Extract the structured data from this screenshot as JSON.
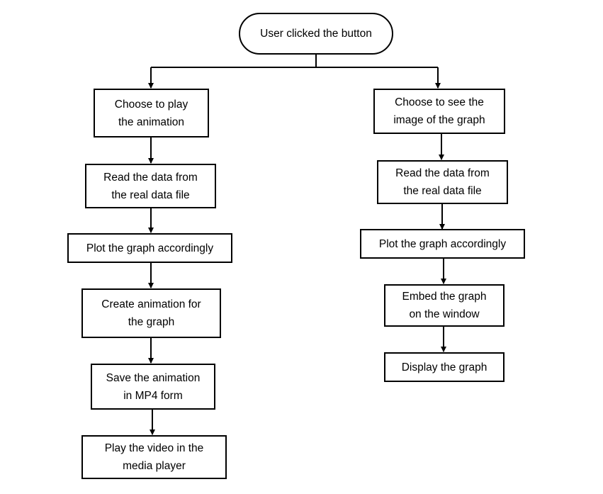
{
  "flowchart": {
    "start": {
      "label": "User clicked the button"
    },
    "left_branch": [
      {
        "label": "Choose to play\nthe animation"
      },
      {
        "label": "Read the data from\nthe real data file"
      },
      {
        "label": "Plot the graph accordingly"
      },
      {
        "label": "Create animation for\nthe graph"
      },
      {
        "label": "Save the animation\nin MP4 form"
      },
      {
        "label": "Play the video in the\nmedia player"
      }
    ],
    "right_branch": [
      {
        "label": "Choose to see the\nimage of the graph"
      },
      {
        "label": "Read the data from\nthe real data file"
      },
      {
        "label": "Plot the graph accordingly"
      },
      {
        "label": "Embed the graph\non the window"
      },
      {
        "label": "Display the graph"
      }
    ],
    "colors": {
      "stroke": "#000000",
      "fill": "#ffffff",
      "text": "#000000"
    }
  }
}
